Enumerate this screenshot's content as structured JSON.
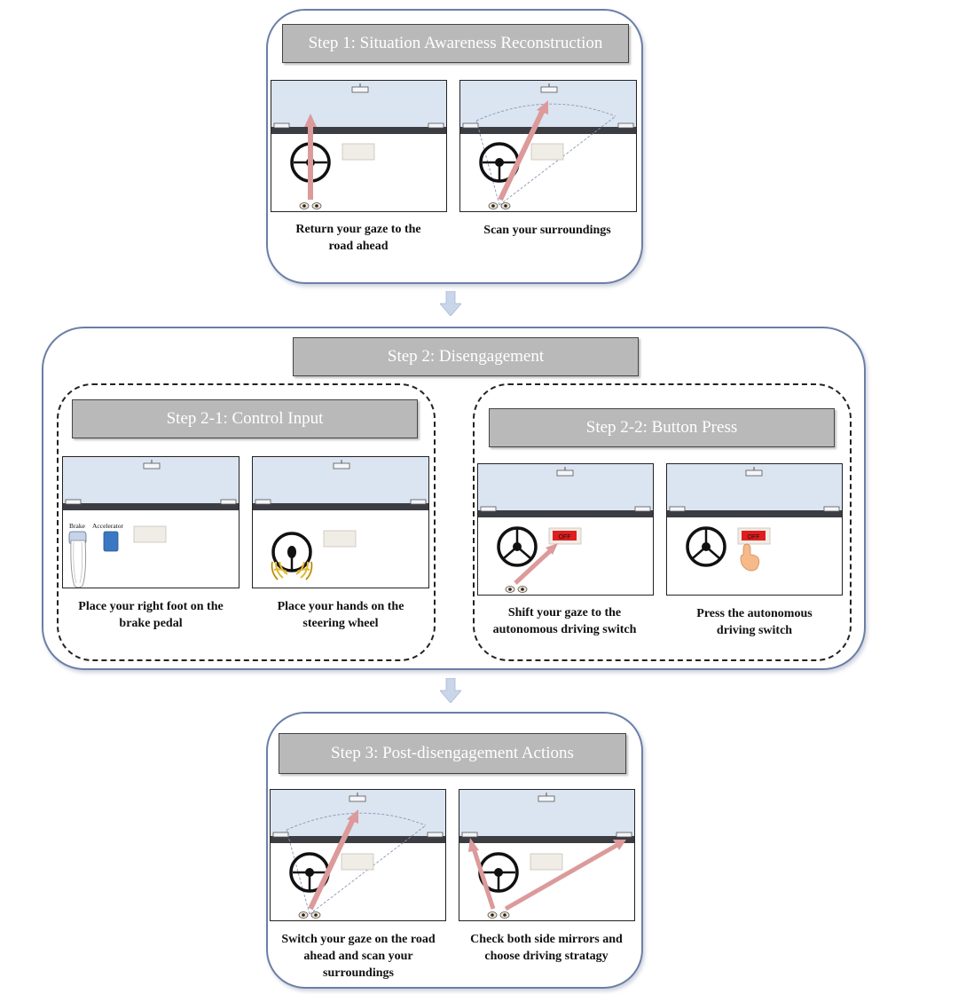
{
  "step1": {
    "title": "Step 1: Situation Awareness Reconstruction",
    "panels": [
      {
        "caption": "Return your gaze to the road ahead",
        "icon": "eyes-gaze-road-icon"
      },
      {
        "caption": "Scan your surroundings",
        "icon": "eyes-scan-surroundings-icon"
      }
    ]
  },
  "step2": {
    "title": "Step 2: Disengagement",
    "sub1": {
      "title": "Step 2-1: Control Input",
      "panels": [
        {
          "caption": "Place your right foot on the brake pedal",
          "brake_label": "Brake",
          "accelerator_label": "Accelerator"
        },
        {
          "caption": "Place your hands on the steering wheel"
        }
      ]
    },
    "sub2": {
      "title": "Step 2-2: Button Press",
      "panels": [
        {
          "caption": "Shift your gaze to the autonomous driving switch",
          "switch_label": "OFF"
        },
        {
          "caption": "Press the autonomous driving switch",
          "switch_label": "OFF"
        }
      ]
    }
  },
  "step3": {
    "title": "Step 3: Post-disengagement Actions",
    "panels": [
      {
        "caption": "Switch your gaze on the road ahead and scan your surroundings"
      },
      {
        "caption": "Check both side mirrors and choose driving stratagy"
      }
    ]
  },
  "colors": {
    "windshield": "#dbe4f1",
    "dash": "#3b3d42",
    "gaze_arrow": "#dc9a9a",
    "banner": "#b9b9b9",
    "stage_border": "#6b7fa6",
    "flow_arrow": "#c9d6ea",
    "switch_red": "#e01e1e",
    "pedal_blue": "#3b78c4"
  }
}
